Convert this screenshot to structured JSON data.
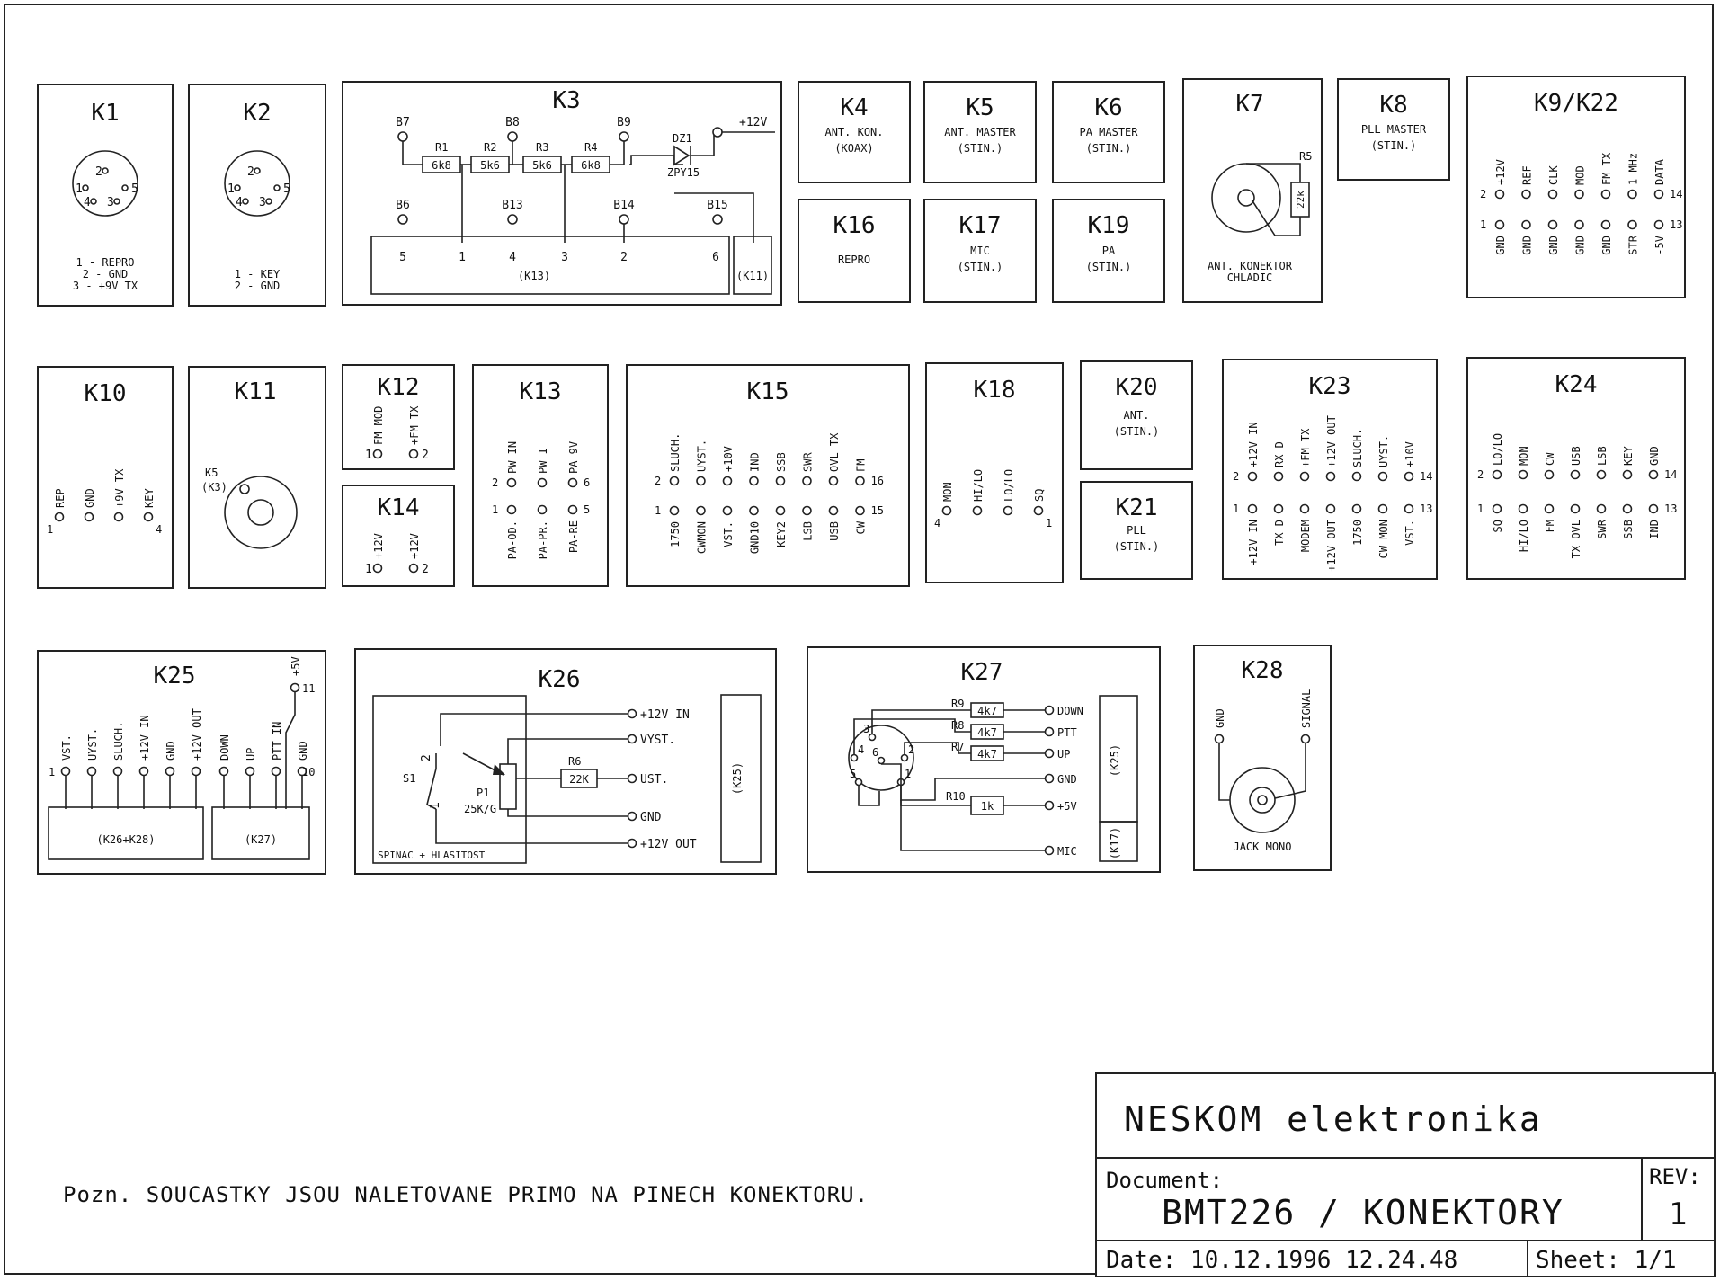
{
  "connectors": [
    {
      "id": "K1",
      "name": "K1",
      "pins": [
        "1",
        "2",
        "5",
        "4",
        "3"
      ],
      "lines": [
        "1 - REPRO",
        "2 - GND",
        "3 - +9V TX"
      ]
    },
    {
      "id": "K2",
      "name": "K2",
      "pins": [
        "1",
        "2",
        "5",
        "4",
        "3"
      ],
      "lines": [
        "1 - KEY",
        "2 - GND"
      ]
    },
    {
      "id": "K3",
      "name": "K3",
      "top_points": [
        "B7",
        "B8",
        "B9"
      ],
      "bottom_points": [
        "B6",
        "B13",
        "B14",
        "B15"
      ],
      "resistors": [
        {
          "ref": "R1",
          "value": "6k8"
        },
        {
          "ref": "R2",
          "value": "5k6"
        },
        {
          "ref": "R3",
          "value": "5k6"
        },
        {
          "ref": "R4",
          "value": "6k8"
        }
      ],
      "diode": {
        "ref": "DZ1",
        "type": "ZPY15"
      },
      "supply": "+12V",
      "pins": [
        "5",
        "1",
        "4",
        "3",
        "2",
        "6"
      ],
      "box1": "(K13)",
      "box2": "(K11)"
    },
    {
      "id": "K4",
      "name": "K4",
      "lines": [
        "ANT. KON.",
        "(KOAX)"
      ]
    },
    {
      "id": "K5",
      "name": "K5",
      "lines": [
        "ANT. MASTER",
        "(STIN.)"
      ]
    },
    {
      "id": "K6",
      "name": "K6",
      "lines": [
        "PA MASTER",
        "(STIN.)"
      ]
    },
    {
      "id": "K7",
      "name": "K7",
      "resistor": {
        "ref": "R5",
        "value": "22k"
      },
      "lines": [
        "ANT. KONEKTOR",
        "CHLADIC"
      ]
    },
    {
      "id": "K8",
      "name": "K8",
      "lines": [
        "PLL MASTER",
        "(STIN.)"
      ]
    },
    {
      "id": "K9",
      "name": "K9/K22",
      "row2": [
        "+12V",
        "REF",
        "CLK",
        "MOD",
        "FM TX",
        "1 MHz",
        "DATA"
      ],
      "row1": [
        "GND",
        "GND",
        "GND",
        "GND",
        "GND",
        "STR",
        "-5V"
      ],
      "n_top_left": "2",
      "n_bottom_left": "1",
      "n_top_right": "14",
      "n_bottom_right": "13"
    },
    {
      "id": "K16",
      "name": "K16",
      "lines": [
        "REPRO"
      ]
    },
    {
      "id": "K17",
      "name": "K17",
      "lines": [
        "MIC",
        "(STIN.)"
      ]
    },
    {
      "id": "K19",
      "name": "K19",
      "lines": [
        "PA",
        "(STIN.)"
      ]
    },
    {
      "id": "K10",
      "name": "K10",
      "labels": [
        "REP",
        "GND",
        "+9V TX",
        "KEY"
      ],
      "n_left": "1",
      "n_right": "4"
    },
    {
      "id": "K11",
      "name": "K11",
      "label1": "K5",
      "label2": "(K3)"
    },
    {
      "id": "K12",
      "name": "K12",
      "labels": [
        "FM MOD",
        "+FM TX"
      ],
      "pins": [
        "1",
        "2"
      ]
    },
    {
      "id": "K14",
      "name": "K14",
      "labels": [
        "+12V",
        "+12V"
      ],
      "pins": [
        "1",
        "2"
      ]
    },
    {
      "id": "K13",
      "name": "K13",
      "row2": [
        "PW IN",
        "PW I",
        "PA 9V"
      ],
      "row1": [
        "PA-OD.",
        "PA-PR.",
        "PA-RE"
      ],
      "n_tl": "2",
      "n_bl": "1",
      "n_tr": "6",
      "n_br": "5"
    },
    {
      "id": "K15",
      "name": "K15",
      "row2": [
        "SLUCH.",
        "UYST.",
        "+10V",
        "IND",
        "SSB",
        "SWR",
        "OVL TX",
        "FM"
      ],
      "row1": [
        "1750",
        "CWMON",
        "VST.",
        "GND10",
        "KEY2",
        "LSB",
        "USB",
        "CW"
      ],
      "n_tl": "2",
      "n_bl": "1",
      "n_tr": "16",
      "n_br": "15"
    },
    {
      "id": "K18",
      "name": "K18",
      "labels": [
        "MON",
        "HI/LO",
        "LO/LO",
        "SQ"
      ],
      "n_left": "4",
      "n_right": "1"
    },
    {
      "id": "K20",
      "name": "K20",
      "lines": [
        "ANT.",
        "(STIN.)"
      ]
    },
    {
      "id": "K21",
      "name": "K21",
      "lines": [
        "PLL",
        "(STIN.)"
      ]
    },
    {
      "id": "K23",
      "name": "K23",
      "row2": [
        "+12V IN",
        "RX D",
        "+FM TX",
        "+12V OUT",
        "SLUCH.",
        "UYST.",
        "+10V"
      ],
      "row1": [
        "+12V IN",
        "TX D",
        "MODEM",
        "+12V OUT",
        "1750",
        "CW MON",
        "VST."
      ],
      "n_tl": "2",
      "n_bl": "1",
      "n_tr": "14",
      "n_br": "13"
    },
    {
      "id": "K24",
      "name": "K24",
      "row2": [
        "LO/LO",
        "MON",
        "CW",
        "USB",
        "LSB",
        "KEY",
        "GND"
      ],
      "row1": [
        "SQ",
        "HI/LO",
        "FM",
        "TX OVL",
        "SWR",
        "SSB",
        "IND"
      ],
      "n_tl": "2",
      "n_bl": "1",
      "n_tr": "14",
      "n_br": "13"
    },
    {
      "id": "K25",
      "name": "K25",
      "labels": [
        "VST.",
        "UYST.",
        "SLUCH.",
        "+12V IN",
        "GND",
        "+12V OUT",
        "DOWN",
        "UP",
        "PTT IN",
        "GND"
      ],
      "extra": "+5V",
      "pin_first": "1",
      "pin_tenth": "10",
      "pin_eleventh": "11",
      "box1": "(K26+K28)",
      "box2": "(K27)"
    },
    {
      "id": "K26",
      "name": "K26",
      "outputs": [
        "+12V IN",
        "VYST.",
        "UST.",
        "GND",
        "+12V OUT"
      ],
      "switch": "S1",
      "pot_ref": "P1",
      "pot_value": "25K/G",
      "resistor": {
        "ref": "R6",
        "value": "22K"
      },
      "pins": [
        "2",
        "1"
      ],
      "box_label": "SPINAC + HLASITOST",
      "side_box": "(K25)"
    },
    {
      "id": "K27",
      "name": "K27",
      "resistors": [
        {
          "ref": "R9",
          "value": "4k7"
        },
        {
          "ref": "R8",
          "value": "4k7"
        },
        {
          "ref": "R7",
          "value": "4k7"
        },
        {
          "ref": "R10",
          "value": "1k"
        }
      ],
      "outputs": [
        "DOWN",
        "PTT",
        "UP",
        "GND",
        "+5V",
        "MIC"
      ],
      "pins": [
        "3",
        "4",
        "6",
        "2",
        "5",
        "1"
      ],
      "side_box1": "(K25)",
      "side_box2": "(K17)"
    },
    {
      "id": "K28",
      "name": "K28",
      "labels": [
        "GND",
        "SIGNAL"
      ],
      "line": "JACK MONO"
    }
  ],
  "note": "Pozn. SOUCASTKY JSOU NALETOVANE PRIMO NA PINECH KONEKTORU.",
  "title_block": {
    "company": "NESKOM elektronika",
    "document_label": "Document:",
    "document": "BMT226 / KONEKTORY",
    "rev_label": "REV:",
    "rev": "1",
    "date": "Date: 10.12.1996 12.24.48",
    "sheet": "Sheet: 1/1"
  }
}
